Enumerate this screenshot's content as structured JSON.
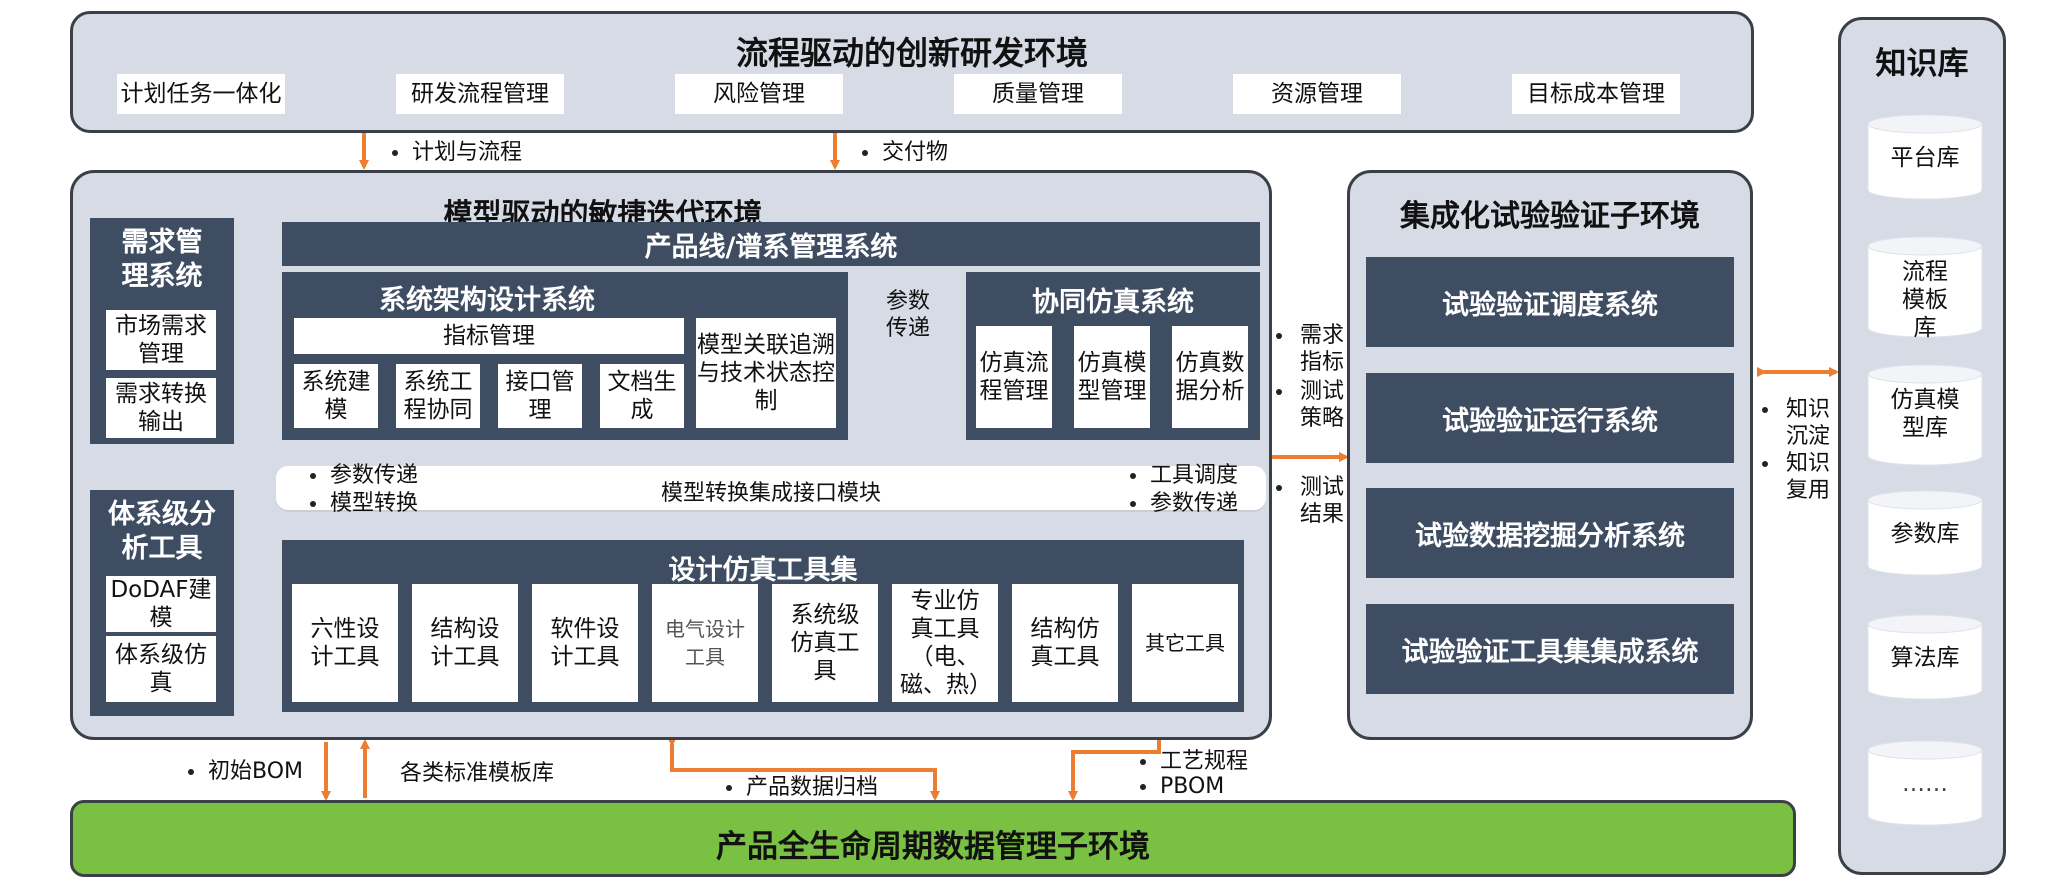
{
  "colors": {
    "panel_bg": "#d6dbe6",
    "panel_border": "#3b3f46",
    "dark_box": "#3f4d63",
    "arrow": "#ed7d31",
    "green": "#7ac143"
  },
  "process_env": {
    "title": "流程驱动的创新研发环境",
    "items": [
      "计划任务一体化",
      "研发流程管理",
      "风险管理",
      "质量管理",
      "资源管理",
      "目标成本管理"
    ]
  },
  "links_top": {
    "plan": "计划与流程",
    "deliverables": "交付物"
  },
  "model_env": {
    "title": "模型驱动的敏捷迭代环境",
    "requirements": {
      "title": "需求管理系统",
      "items": [
        "市场需求管理",
        "需求转换输出"
      ]
    },
    "sos": {
      "title": "体系级分析工具",
      "items": [
        "DoDAF建模",
        "体系级仿真"
      ]
    },
    "product_line": "产品线/谱系管理系统",
    "arch": {
      "title": "系统架构设计系统",
      "indicator": "指标管理",
      "items": [
        "系统建模",
        "系统工程协同",
        "接口管理",
        "文档生成"
      ],
      "trace": "模型关联追溯与技术状态控制"
    },
    "param_pass": "参数传递",
    "cosim": {
      "title": "协同仿真系统",
      "items": [
        "仿真流程管理",
        "仿真模型管理",
        "仿真数据分析"
      ]
    },
    "interface_module": "模型转换集成接口模块",
    "left_notes": [
      "参数传递",
      "模型转换"
    ],
    "right_notes": [
      "工具调度",
      "参数传递"
    ],
    "tools": {
      "title": "设计仿真工具集",
      "items": [
        "六性设计工具",
        "结构设计工具",
        "软件设计工具",
        "电气设计工具",
        "系统级仿真工具",
        "专业仿真工具（电、磁、热）",
        "结构仿真工具",
        "其它工具"
      ]
    }
  },
  "mid_links": {
    "req": "需求指标",
    "strategy": "测试策略",
    "result": "测试结果"
  },
  "test_env": {
    "title": "集成化试验验证子环境",
    "items": [
      "试验验证调度系统",
      "试验验证运行系统",
      "试验数据挖掘分析系统",
      "试验验证工具集集成系统"
    ]
  },
  "right_links": [
    "知识沉淀",
    "知识复用"
  ],
  "knowledge": {
    "title": "知识库",
    "items": [
      "平台库",
      "流程模板库",
      "仿真模型库",
      "参数库",
      "算法库",
      "……"
    ]
  },
  "bottom_links": {
    "bom": "初始BOM",
    "templates": "各类标准模板库",
    "archive": "产品数据归档",
    "process": "工艺规程",
    "pbom": "PBOM"
  },
  "plm": {
    "title": "产品全生命周期数据管理子环境"
  }
}
